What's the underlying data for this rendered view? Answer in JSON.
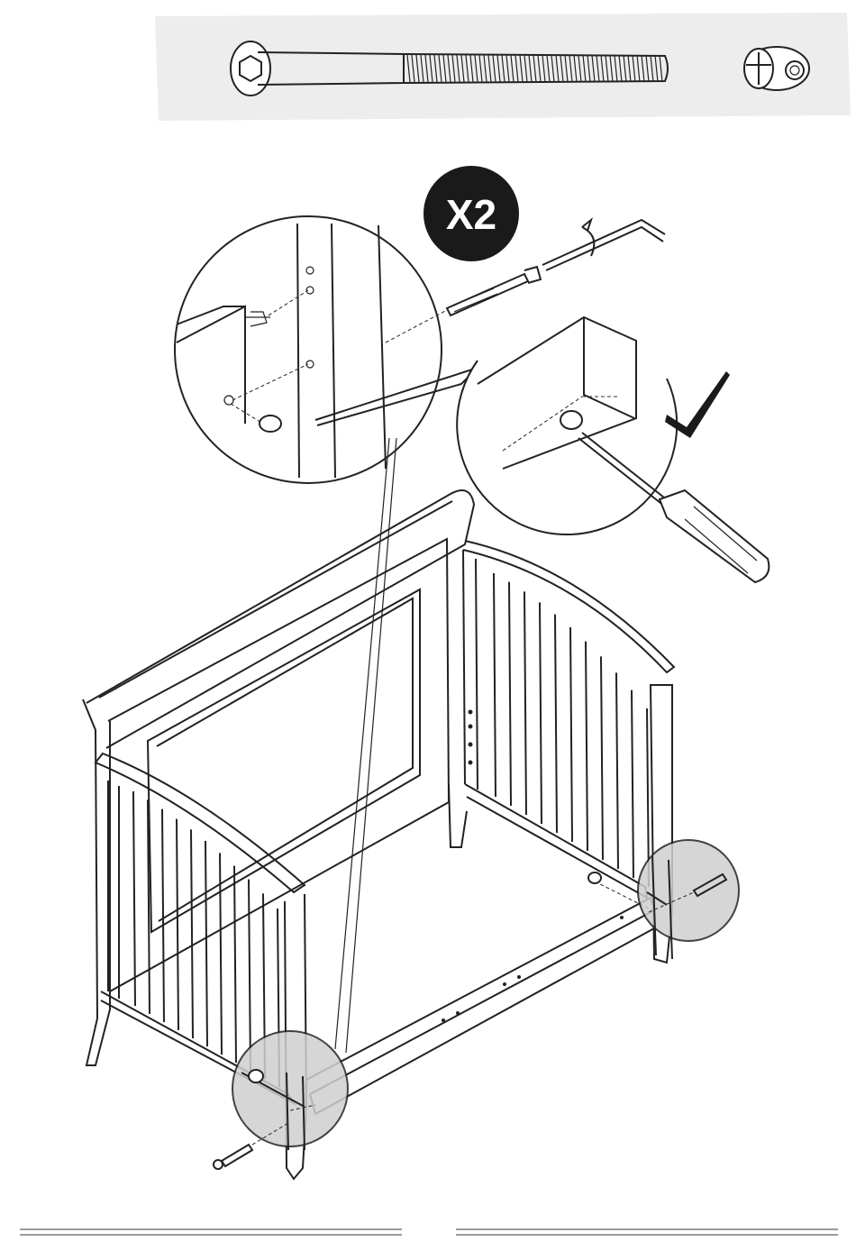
{
  "step": {
    "quantity_label": "X2",
    "check_mark": "check-icon",
    "hardware": [
      {
        "name": "long-bolt",
        "icon": "hex-socket-bolt-icon"
      },
      {
        "name": "barrel-nut",
        "icon": "barrel-nut-icon"
      }
    ],
    "tools": [
      {
        "name": "allen-key",
        "icon": "allen-key-icon"
      },
      {
        "name": "screwdriver",
        "icon": "screwdriver-icon"
      }
    ]
  },
  "colors": {
    "line": "#222222",
    "hardware_band": "#ededed",
    "highlight_circle": "#cfcfcf",
    "badge": "#1a1a1a"
  }
}
